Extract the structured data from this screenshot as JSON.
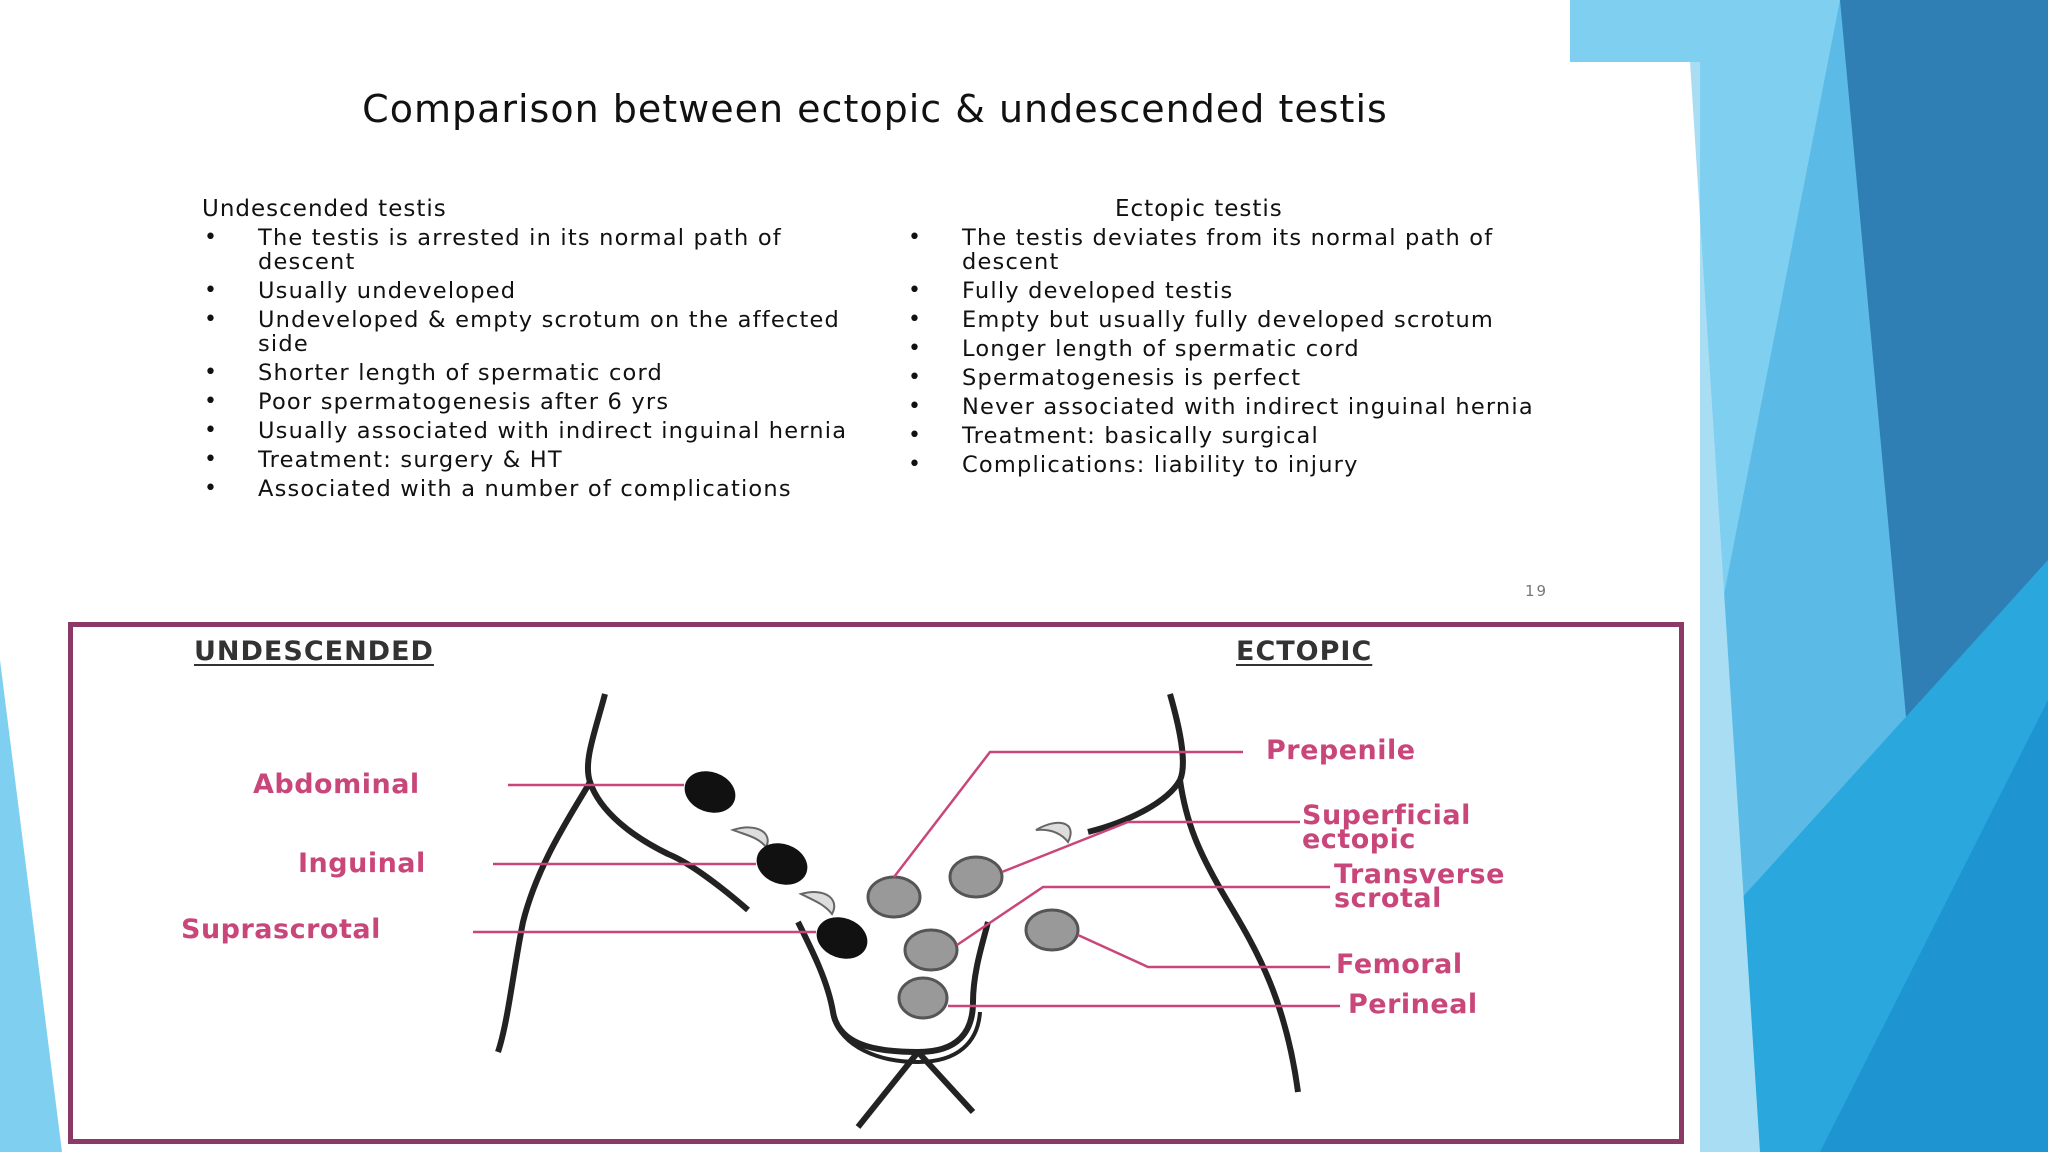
{
  "slide": {
    "title": "Comparison between ectopic & undescended testis",
    "page_number": "19",
    "colors": {
      "accent_light": "#7fcff0",
      "accent_mid": "#2aa7dc",
      "accent_dark": "#1b6fa8",
      "diagram_border": "#8b3a66",
      "diagram_label": "#c9467a"
    }
  },
  "undescended": {
    "heading": "Undescended testis",
    "items": [
      "The testis is arrested in its normal path of descent",
      "Usually undeveloped",
      "Undeveloped & empty scrotum on the affected side",
      "Shorter length of spermatic cord",
      "Poor spermatogenesis after 6 yrs",
      "Usually associated with indirect inguinal hernia",
      "Treatment: surgery & HT",
      "Associated with a number of complications"
    ]
  },
  "ectopic": {
    "heading": "Ectopic testis",
    "items": [
      "The testis deviates from its normal path of descent",
      "Fully developed testis",
      "Empty but usually fully developed scrotum",
      "Longer length of spermatic cord",
      "Spermatogenesis is perfect",
      "Never associated with indirect inguinal hernia",
      "Treatment: basically surgical",
      "Complications: liability to injury"
    ]
  },
  "diagram": {
    "left_heading": "UNDESCENDED",
    "right_heading": "ECTOPIC",
    "left_labels": {
      "abdominal": "Abdominal",
      "inguinal": "Inguinal",
      "suprascrotal": "Suprascrotal"
    },
    "right_labels": {
      "prepenile": "Prepenile",
      "superficial_1": "Superficial",
      "superficial_2": "ectopic",
      "transverse_1": "Transverse",
      "transverse_2": "scrotal",
      "femoral": "Femoral",
      "perineal": "Perineal"
    }
  }
}
